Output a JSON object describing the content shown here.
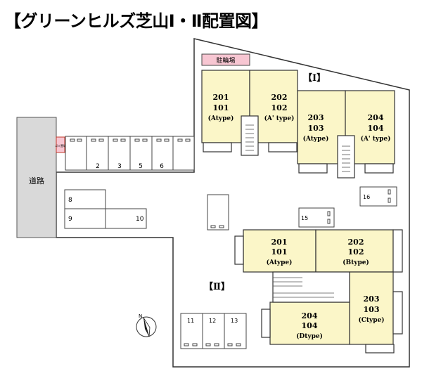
{
  "title": "【グリーンヒルズ芝山Ⅰ・Ⅱ配置図】",
  "road_label": "道路",
  "bicycle_parking_label": "駐輪場",
  "trash_label": "ゴミ置場",
  "building_1_label": "【Ⅰ】",
  "building_2_label": "【Ⅱ】",
  "north_label": "N",
  "units_building_1": [
    {
      "upper": "201",
      "lower": "101",
      "type": "(Atype)"
    },
    {
      "upper": "202",
      "lower": "102",
      "type": "(A' type)"
    },
    {
      "upper": "203",
      "lower": "103",
      "type": "(Atype)"
    },
    {
      "upper": "204",
      "lower": "104",
      "type": "(A' type)"
    }
  ],
  "units_building_2": [
    {
      "upper": "201",
      "lower": "101",
      "type": "(Atype)"
    },
    {
      "upper": "202",
      "lower": "102",
      "type": "(Btype)"
    },
    {
      "upper": "203",
      "lower": "103",
      "type": "(Ctype)"
    },
    {
      "upper": "204",
      "lower": "104",
      "type": "(Dtype)"
    }
  ],
  "parking_top_row": [
    "2",
    "3",
    "5",
    "6"
  ],
  "parking_left": [
    "8",
    "9",
    "10"
  ],
  "parking_bottom": [
    "11",
    "12",
    "13"
  ],
  "parking_15": "15",
  "parking_16": "16",
  "colors": {
    "unit_fill": "#fbf6c8",
    "bicycle_fill": "#f7c6d2",
    "trash_fill": "#f7c6d2",
    "road_fill": "#d9d9d9",
    "line": "#333333"
  }
}
